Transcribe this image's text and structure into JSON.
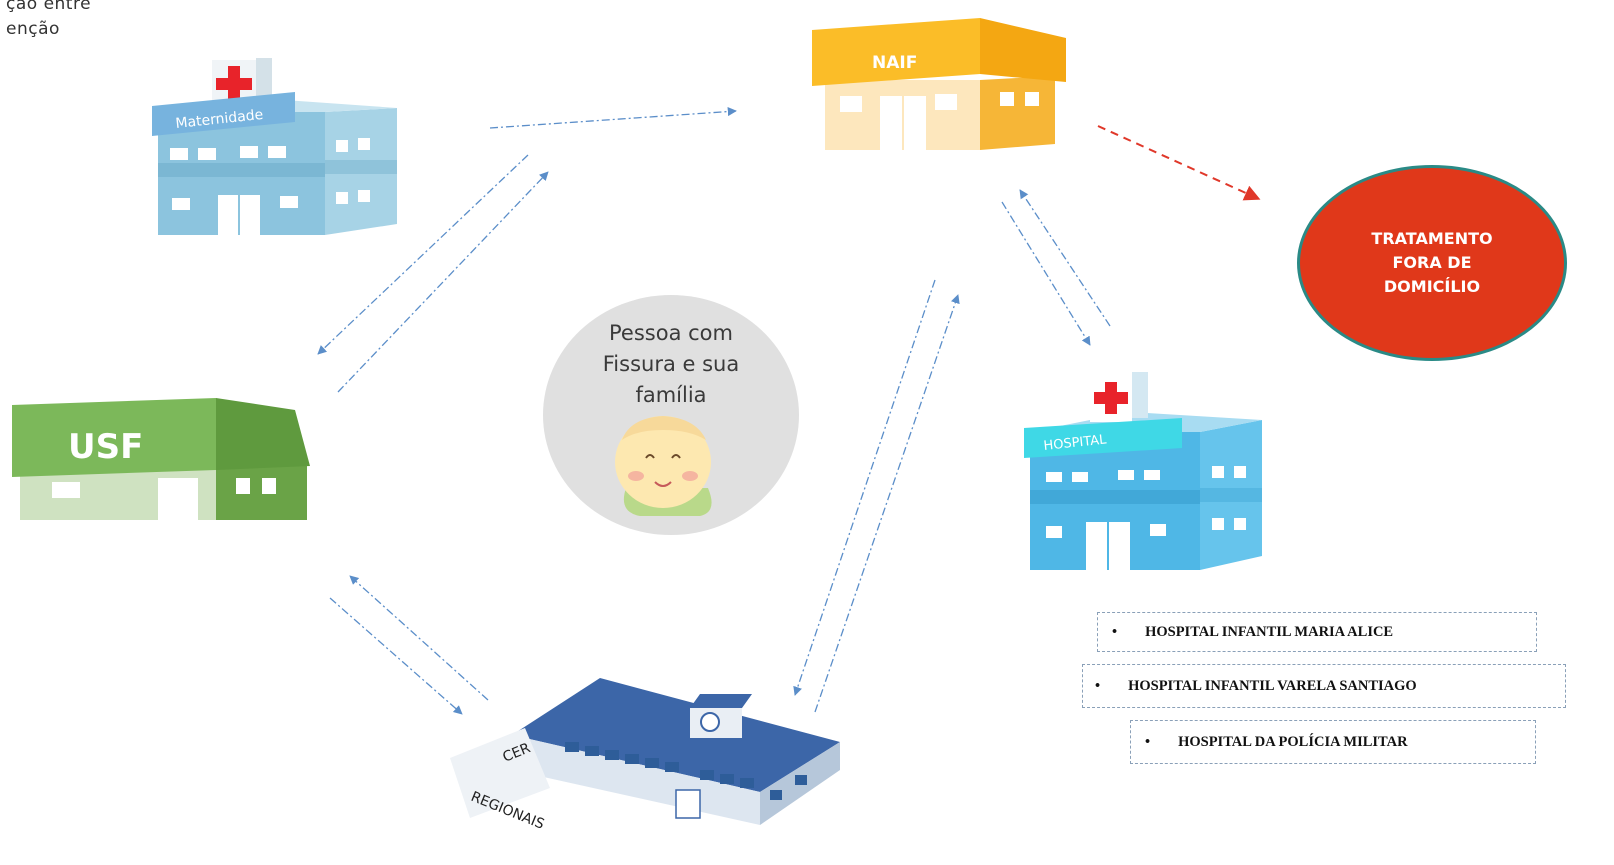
{
  "top_left_fragment": [
    "ção  entre",
    "enção"
  ],
  "buildings": {
    "maternidade": "Maternidade",
    "naif": "NAIF",
    "usf": "USF",
    "hospital": "HOSPITAL",
    "cer_line1": "CER",
    "cer_line2": "REGIONAIS"
  },
  "center": {
    "lines": [
      "Pessoa com",
      "Fissura e sua",
      "família"
    ]
  },
  "tfd": {
    "lines": [
      "TRATAMENTO",
      "FORA DE",
      "DOMICÍLIO"
    ]
  },
  "hospital_list": [
    "HOSPITAL INFANTIL MARIA ALICE",
    "HOSPITAL INFANTIL VARELA SANTIAGO",
    "HOSPITAL DA POLÍCIA MILITAR"
  ],
  "bullet": "•",
  "colors": {
    "arrow_blue": "#5b8ec9",
    "arrow_red": "#e0382a",
    "tfd_fill": "#e0381a",
    "tfd_border": "#2a8a86"
  }
}
